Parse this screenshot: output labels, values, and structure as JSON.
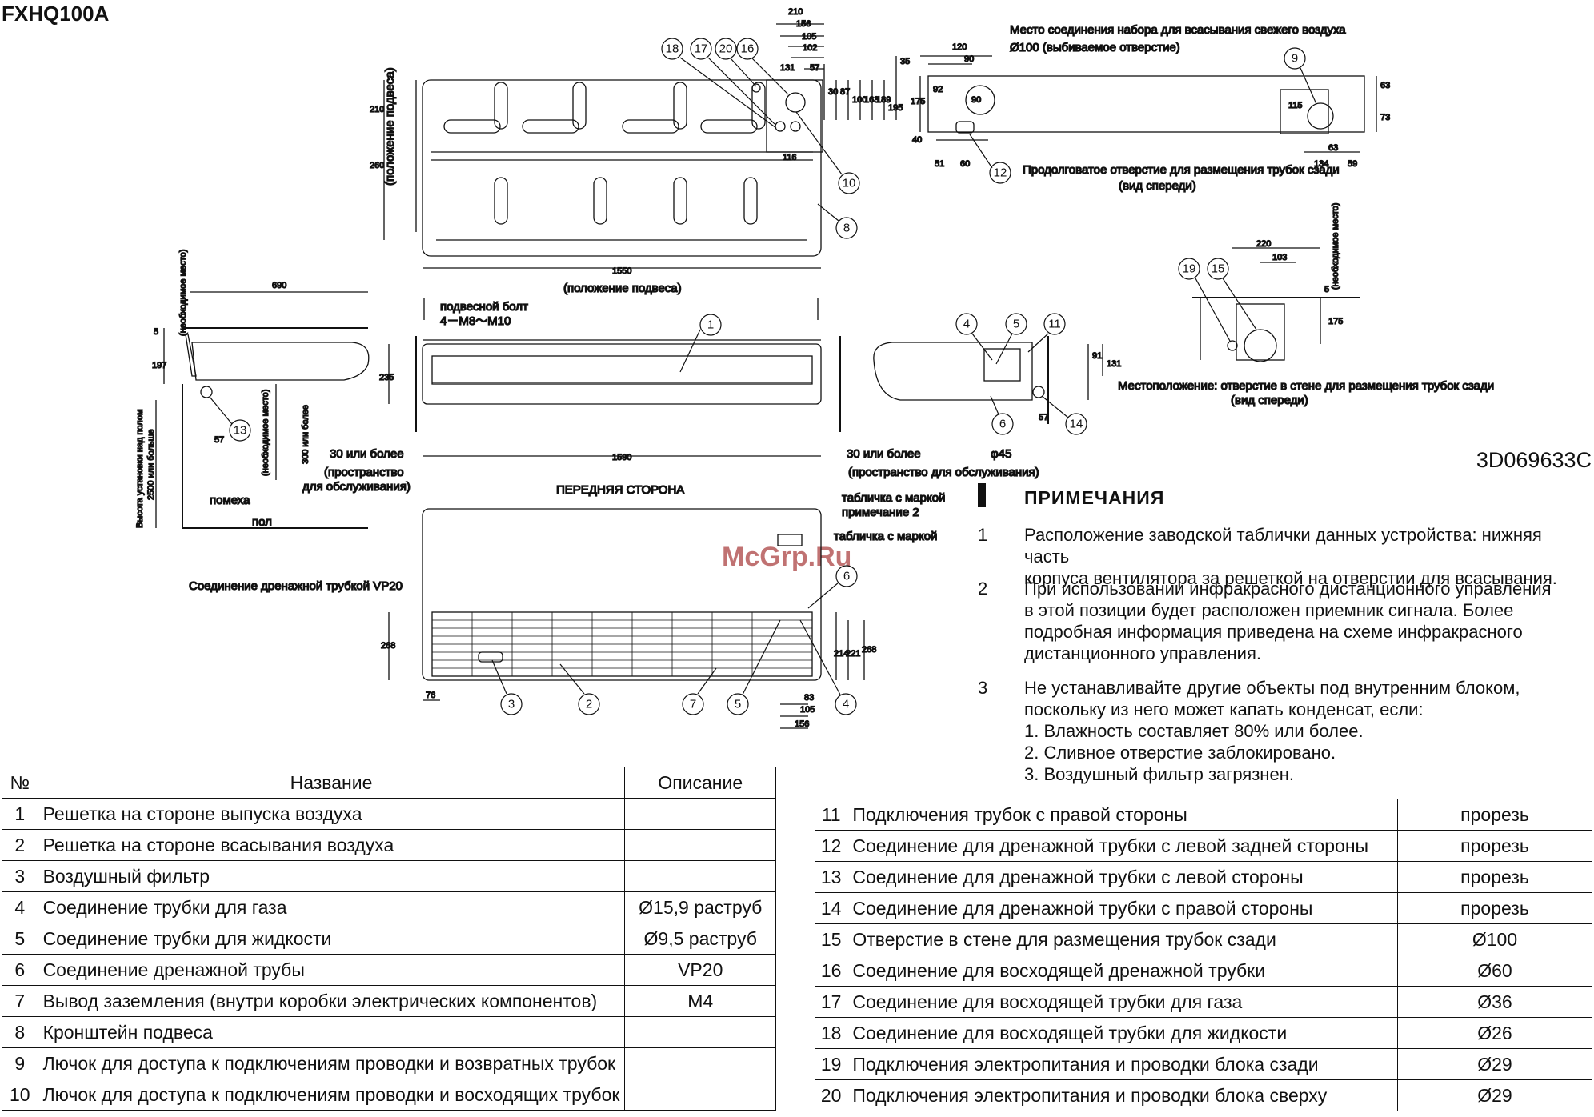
{
  "model": "FXHQ100A",
  "doc_number": "3D069633C",
  "watermark": "McGrp.Ru",
  "drawing": {
    "top_labels": {
      "fresh_air": "Место соединения набора для всасывания свежего воздуха",
      "knockout": "Ø100 (выбиваемое отверстие)",
      "rear_slot": "Продолговатое отверстие для размещения трубок сзади",
      "front_view_1": "(вид спереди)",
      "hang_position_v": "(положение подвеса)",
      "hang_position": "(положение подвеса)",
      "required_space_v": "(необходимое место)",
      "required_space_v2": "(необходимое место)",
      "required_space_v3": "(необходимое место)",
      "wall_location": "Местоположение: отверстие в стене для размещения трубок сзади",
      "front_view_2": "(вид спереди)",
      "hang_bolt": "подвесной болт",
      "bolt_spec": "4－M8～M10",
      "space_left_1": "30 или более",
      "space_left_2": "(пространство",
      "space_left_3": "для обслуживания)",
      "space_right_1": "30 или более",
      "space_right_2": "(пространство для обслуживания)",
      "height_1": "Высота установки над полом",
      "height_2": "2500 или больше",
      "obstacle": "помеха",
      "floor": "пол",
      "front_side": "ПЕРЕДНЯЯ СТОРОНА",
      "plate_note2_a": "табличка с маркой",
      "plate_note2_b": "примечание 2",
      "plate_c": "табличка с маркой",
      "drain_vp20": "Соединение дренажной трубкой VP20",
      "phi45": "φ45",
      "more_300": "300 или более"
    },
    "dimensions": {
      "d210": "210",
      "d156": "156",
      "d105": "105",
      "d102": "102",
      "d57": "57",
      "d131": "131",
      "d30": "30",
      "d87": "87",
      "d100": "100",
      "d163": "163",
      "d189": "189",
      "d195": "195",
      "d35": "35",
      "d116": "116",
      "d210v": "210",
      "d260v": "260",
      "d1550": "1550",
      "d690": "690",
      "d5": "5",
      "d197": "197",
      "d235": "235",
      "d1590": "1590",
      "d57b": "57",
      "d120": "120",
      "d90": "90",
      "d175": "175",
      "d92": "92",
      "d90b": "90",
      "d40": "40",
      "d51": "51",
      "d60": "60",
      "d115": "115",
      "d63": "63",
      "d73": "73",
      "d134": "134",
      "d59": "59",
      "d63b": "63",
      "d91": "91",
      "d131b": "131",
      "d57c": "57",
      "d220": "220",
      "d103": "103",
      "d5b": "5",
      "d175b": "175",
      "d268": "268",
      "d214": "214",
      "d221": "221",
      "d268b": "268",
      "d76": "76",
      "d83": "83",
      "d105b": "105",
      "d156b": "156"
    },
    "callouts": [
      "1",
      "2",
      "3",
      "4",
      "5",
      "6",
      "7",
      "8",
      "9",
      "10",
      "11",
      "12",
      "13",
      "14",
      "15",
      "16",
      "17",
      "18",
      "19",
      "20"
    ]
  },
  "notes": {
    "title": "ПРИМЕЧАНИЯ",
    "items": [
      {
        "num": "1",
        "lines": [
          "Расположение заводской таблички данных устройства: нижняя часть",
          "корпуса вентилятора за решеткой на отверстии для всасывания."
        ]
      },
      {
        "num": "2",
        "lines": [
          "При использовании инфракрасного дистанционного управления",
          "в этой позиции будет расположен приемник сигнала. Более",
          "подробная информация приведена на схеме инфракрасного",
          "дистанционного управления."
        ]
      },
      {
        "num": "3",
        "lines": [
          "Не устанавливайте другие объекты под внутренним блоком,",
          "поскольку из него может капать конденсат, если:",
          "1. Влажность составляет 80% или более.",
          "2. Сливное отверстие заблокировано.",
          "3. Воздушный фильтр загрязнен."
        ]
      }
    ]
  },
  "table_left": {
    "headers": [
      "№",
      "Название",
      "Описание"
    ],
    "rows": [
      [
        "1",
        "Решетка на стороне выпуска воздуха",
        ""
      ],
      [
        "2",
        "Решетка на стороне всасывания воздуха",
        ""
      ],
      [
        "3",
        "Воздушный фильтр",
        ""
      ],
      [
        "4",
        "Соединение трубки для газа",
        "Ø15,9 раструб"
      ],
      [
        "5",
        "Соединение трубки для жидкости",
        "Ø9,5 раструб"
      ],
      [
        "6",
        "Соединение дренажной трубы",
        "VP20"
      ],
      [
        "7",
        "Вывод заземления (внутри коробки электрических компонентов)",
        "M4"
      ],
      [
        "8",
        "Кронштейн подвеса",
        ""
      ],
      [
        "9",
        "Лючок для доступа к подключениям проводки и возвратных трубок",
        ""
      ],
      [
        "10",
        "Лючок для доступа к подключениям проводки и восходящих трубок",
        ""
      ]
    ]
  },
  "table_right": {
    "rows": [
      [
        "11",
        "Подключения трубок с правой стороны",
        "прорезь"
      ],
      [
        "12",
        "Соединение для дренажной трубки с левой задней стороны",
        "прорезь"
      ],
      [
        "13",
        "Соединение для дренажной трубки с левой стороны",
        "прорезь"
      ],
      [
        "14",
        "Соединение для дренажной трубки с правой стороны",
        "прорезь"
      ],
      [
        "15",
        "Отверстие в стене для размещения трубок сзади",
        "Ø100"
      ],
      [
        "16",
        "Соединение для восходящей дренажной трубки",
        "Ø60"
      ],
      [
        "17",
        "Соединение для восходящей трубки для газа",
        "Ø36"
      ],
      [
        "18",
        "Соединение для восходящей трубки для жидкости",
        "Ø26"
      ],
      [
        "19",
        "Подключения электропитания и проводки блока сзади",
        "Ø29"
      ],
      [
        "20",
        "Подключения электропитания и проводки блока сверху",
        "Ø29"
      ]
    ]
  }
}
